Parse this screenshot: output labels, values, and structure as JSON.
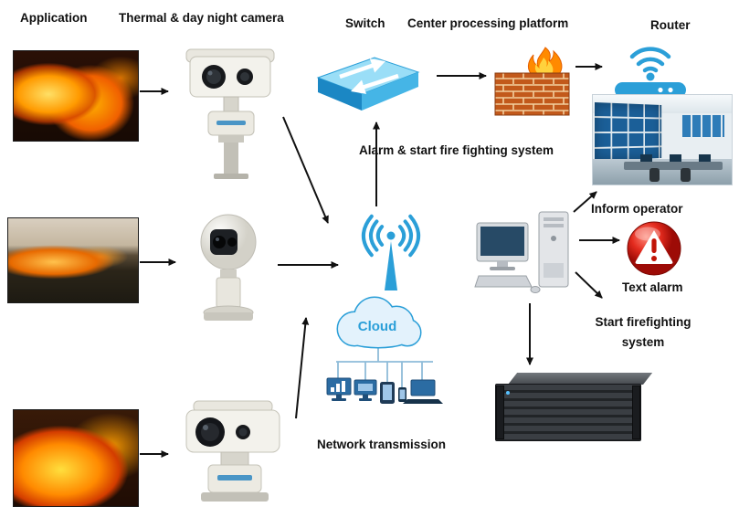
{
  "diagram": {
    "labels": {
      "application": "Application",
      "thermal_camera": "Thermal & day night camera",
      "switch": "Switch",
      "center_platform": "Center processing platform",
      "router": "Router",
      "alarm_system": "Alarm & start fire fighting system",
      "inform_operator": "Inform operator",
      "text_alarm": "Text alarm",
      "start_firefighting": "Start firefighting system",
      "network_transmission": "Network transmission",
      "cloud": "Cloud"
    },
    "colors": {
      "accent_blue": "#2b9fd8",
      "alarm_red": "#e32b1e",
      "brick_orange": "#c2591b",
      "flame_orange": "#ff8a00",
      "label_text": "#111111"
    },
    "icons": [
      "wildfire-photo-1",
      "wildfire-photo-2",
      "wildfire-photo-3",
      "ptz-thermal-camera",
      "dome-ptz-camera",
      "long-range-ptz-camera",
      "network-switch",
      "firewall-flame",
      "wifi-router",
      "control-room",
      "wifi-antenna",
      "cloud-network",
      "workstation",
      "warning-alarm",
      "rack-server"
    ]
  }
}
